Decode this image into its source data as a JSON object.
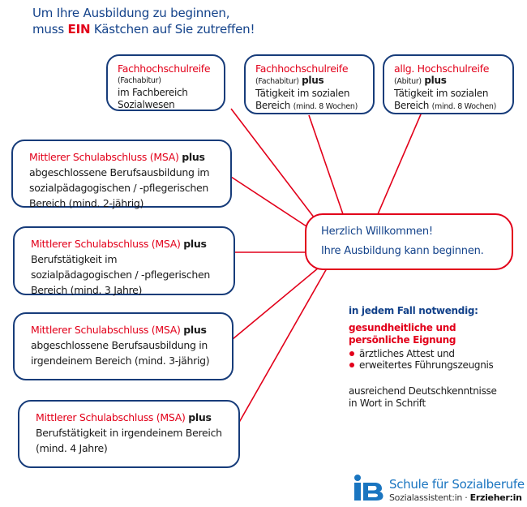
{
  "heading": {
    "line1": "Um Ihre Ausbildung zu beginnen,",
    "line2_before": "muss ",
    "line2_emphasis": "EIN",
    "line2_after": " Kästchen auf Sie zutreffen!"
  },
  "top_boxes": [
    {
      "title": "Fachhochschulreife",
      "subtitle": "(Fachabitur)",
      "plus": "",
      "line1": "im Fachbereich",
      "line2": "Sozialwesen",
      "line2_small": ""
    },
    {
      "title": "Fachhochschulreife",
      "subtitle": "(Fachabitur)",
      "plus": "plus",
      "line1": "Tätigkeit im sozialen",
      "line2": "Bereich ",
      "line2_small": "(mind. 8 Wochen)"
    },
    {
      "title": "allg. Hochschulreife",
      "subtitle": "(Abitur)",
      "plus": "plus",
      "line1": "Tätigkeit im sozialen",
      "line2": "Bereich ",
      "line2_small": "(mind. 8 Wochen)"
    }
  ],
  "left_boxes": [
    {
      "title": "Mittlerer Schulabschluss (MSA)",
      "plus": "plus",
      "lines": [
        "abgeschlossene Berufsausbildung im",
        "sozialpädagogischen  / -pflegerischen",
        "Bereich (mind. 2-jährig)"
      ]
    },
    {
      "title": "Mittlerer Schulabschluss (MSA)",
      "plus": "plus",
      "lines": [
        "Berufstätigkeit im",
        "sozialpädagogischen  / -pflegerischen",
        "Bereich (mind. 3 Jahre)"
      ]
    },
    {
      "title": "Mittlerer Schulabschluss (MSA)",
      "plus": "plus",
      "lines": [
        "abgeschlossene Berufsausbildung in",
        "irgendeinem Bereich (mind. 3-jährig)",
        ""
      ]
    },
    {
      "title": "Mittlerer Schulabschluss (MSA)",
      "plus": "plus",
      "lines": [
        "Berufstätigkeit in irgendeinem Bereich",
        "(mind. 4 Jahre)",
        ""
      ]
    }
  ],
  "center": {
    "line1": "Herzlich Willkommen!",
    "line2": "Ihre Ausbildung kann beginnen."
  },
  "notes": {
    "title": "in jedem Fall notwendig:",
    "requirement_line1": "gesundheitliche und",
    "requirement_line2": "persönliche Eignung",
    "bullets": [
      "ärztliches Attest und",
      "erweitertes Führungszeugnis"
    ],
    "language_line1": "ausreichend Deutschkenntnisse",
    "language_line2": "in Wort in Schrift"
  },
  "logo": {
    "mark": "IB",
    "title": "Schule für Sozialberufe",
    "subtitle_regular": "Sozialassistent:in · ",
    "subtitle_bold": "Erzieher:in"
  },
  "colors": {
    "primary_blue": "#13428a",
    "box_border": "#173c7a",
    "accent_red": "#e2001a",
    "logo_blue": "#1a75c0"
  }
}
